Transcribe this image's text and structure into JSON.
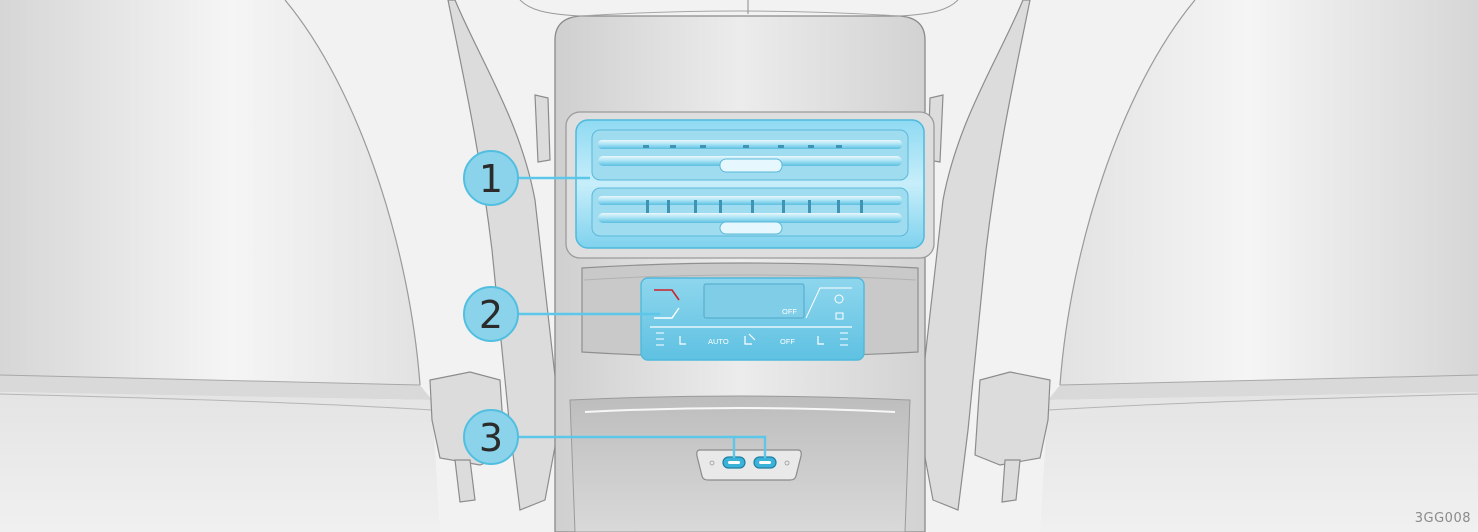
{
  "figure_code": "3GG008",
  "callouts": [
    {
      "number": "1"
    },
    {
      "number": "2"
    },
    {
      "number": "3"
    }
  ],
  "panel": {
    "display_off_label": "OFF",
    "auto_label": "AUTO",
    "off_label": "OFF"
  },
  "colors": {
    "highlight": "#5cc7e8",
    "callout_fill": "#8ad3ea",
    "callout_stroke": "#52bfe0",
    "temp_indicator": "#d0202a"
  }
}
